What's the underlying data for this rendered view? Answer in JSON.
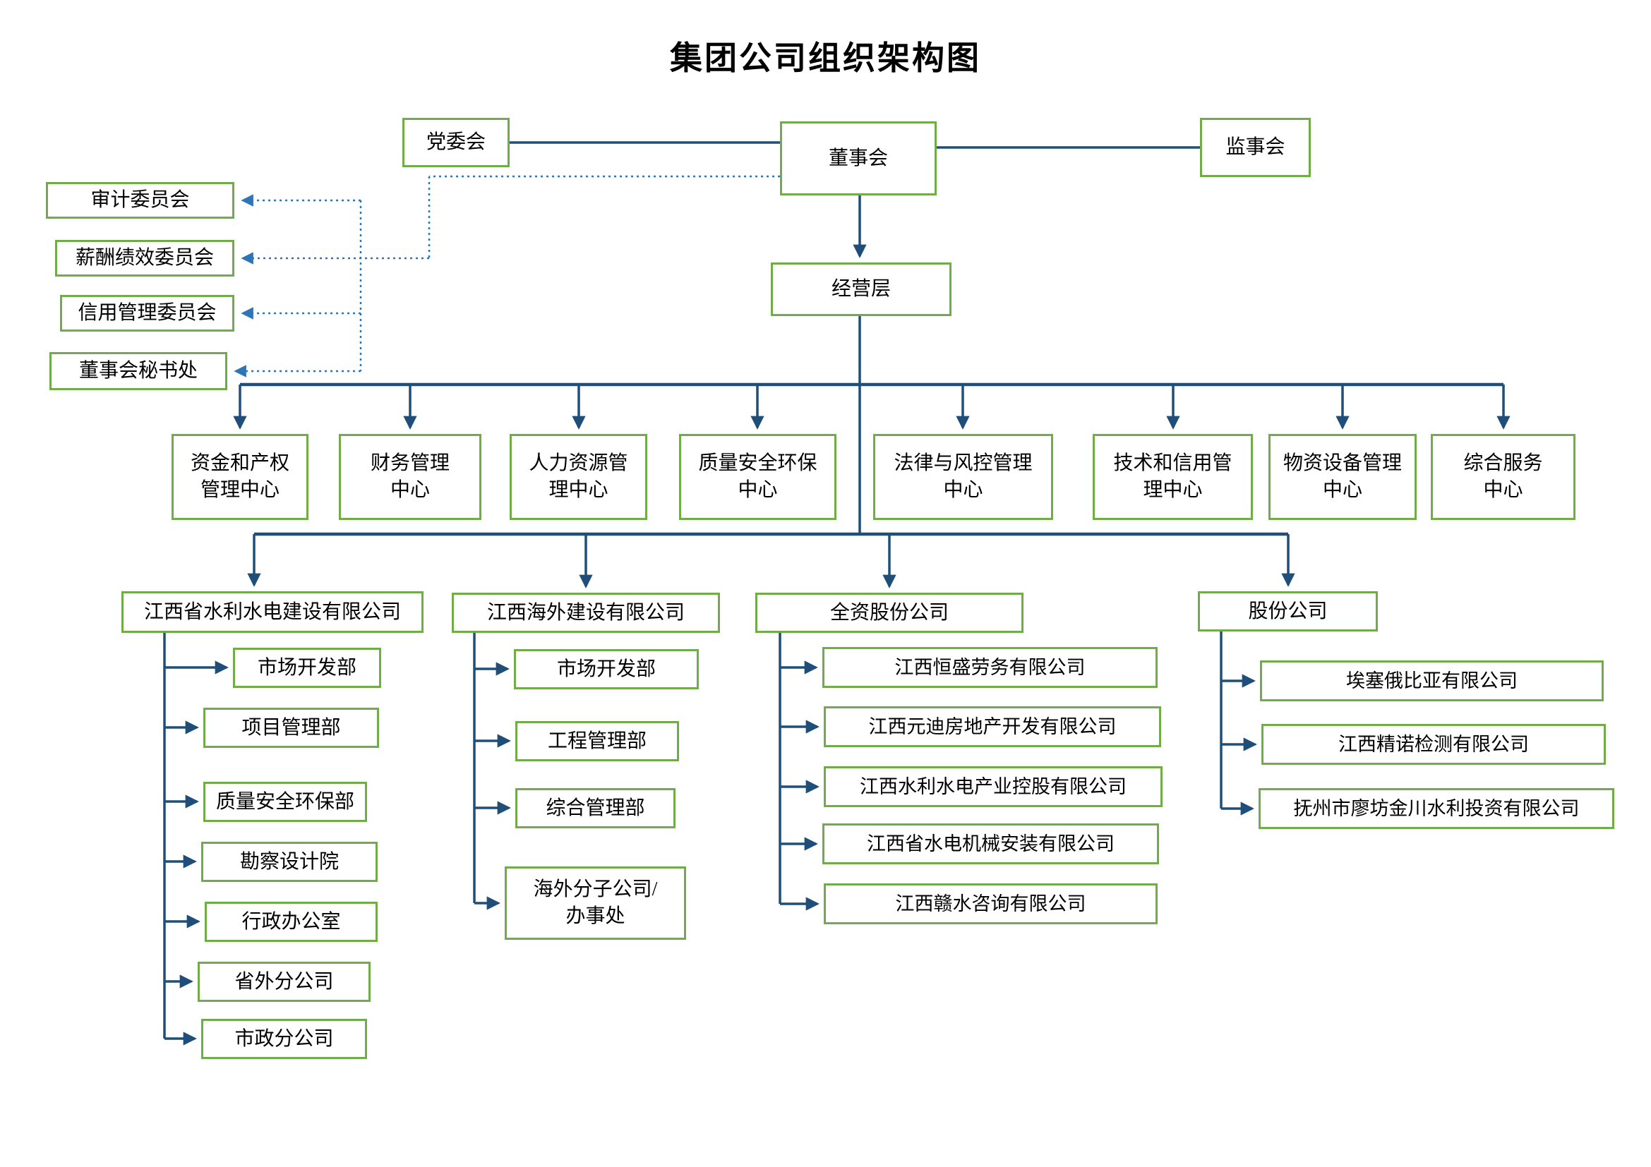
{
  "title": "集团公司组织架构图",
  "colors": {
    "box_border": "#70ad47",
    "solid_line": "#1f4e79",
    "dotted_line": "#2e75b6",
    "background": "#ffffff",
    "text": "#000000"
  },
  "top_row": {
    "party_committee": "党委会",
    "board": "董事会",
    "supervisory_board": "监事会"
  },
  "board_committees": [
    {
      "label": "审计委员会"
    },
    {
      "label": "薪酬绩效委员会"
    },
    {
      "label": "信用管理委员会"
    },
    {
      "label": "董事会秘书处"
    }
  ],
  "management_layer": {
    "label": "经营层"
  },
  "function_centers": [
    {
      "label": "资金和产权\n管理中心"
    },
    {
      "label": "财务管理\n中心"
    },
    {
      "label": "人力资源管\n理中心"
    },
    {
      "label": "质量安全环保\n中心"
    },
    {
      "label": "法律与风控管理\n中心"
    },
    {
      "label": "技术和信用管\n理中心"
    },
    {
      "label": "物资设备管理\n中心"
    },
    {
      "label": "综合服务\n中心"
    }
  ],
  "subsidiary_groups": [
    {
      "label": "江西省水利水电建设有限公司",
      "children": [
        {
          "label": "市场开发部"
        },
        {
          "label": "项目管理部"
        },
        {
          "label": "质量安全环保部"
        },
        {
          "label": "勘察设计院"
        },
        {
          "label": "行政办公室"
        },
        {
          "label": "省外分公司"
        },
        {
          "label": "市政分公司"
        }
      ]
    },
    {
      "label": "江西海外建设有限公司",
      "children": [
        {
          "label": "市场开发部"
        },
        {
          "label": "工程管理部"
        },
        {
          "label": "综合管理部"
        },
        {
          "label": "海外分子公司/\n办事处"
        }
      ]
    },
    {
      "label": "全资股份公司",
      "children": [
        {
          "label": "江西恒盛劳务有限公司"
        },
        {
          "label": "江西元迪房地产开发有限公司"
        },
        {
          "label": "江西水利水电产业控股有限公司"
        },
        {
          "label": "江西省水电机械安装有限公司"
        },
        {
          "label": "江西赣水咨询有限公司"
        }
      ]
    },
    {
      "label": "股份公司",
      "children": [
        {
          "label": "埃塞俄比亚有限公司"
        },
        {
          "label": "江西精诺检测有限公司"
        },
        {
          "label": "抚州市廖坊金川水利投资有限公司"
        }
      ]
    }
  ]
}
